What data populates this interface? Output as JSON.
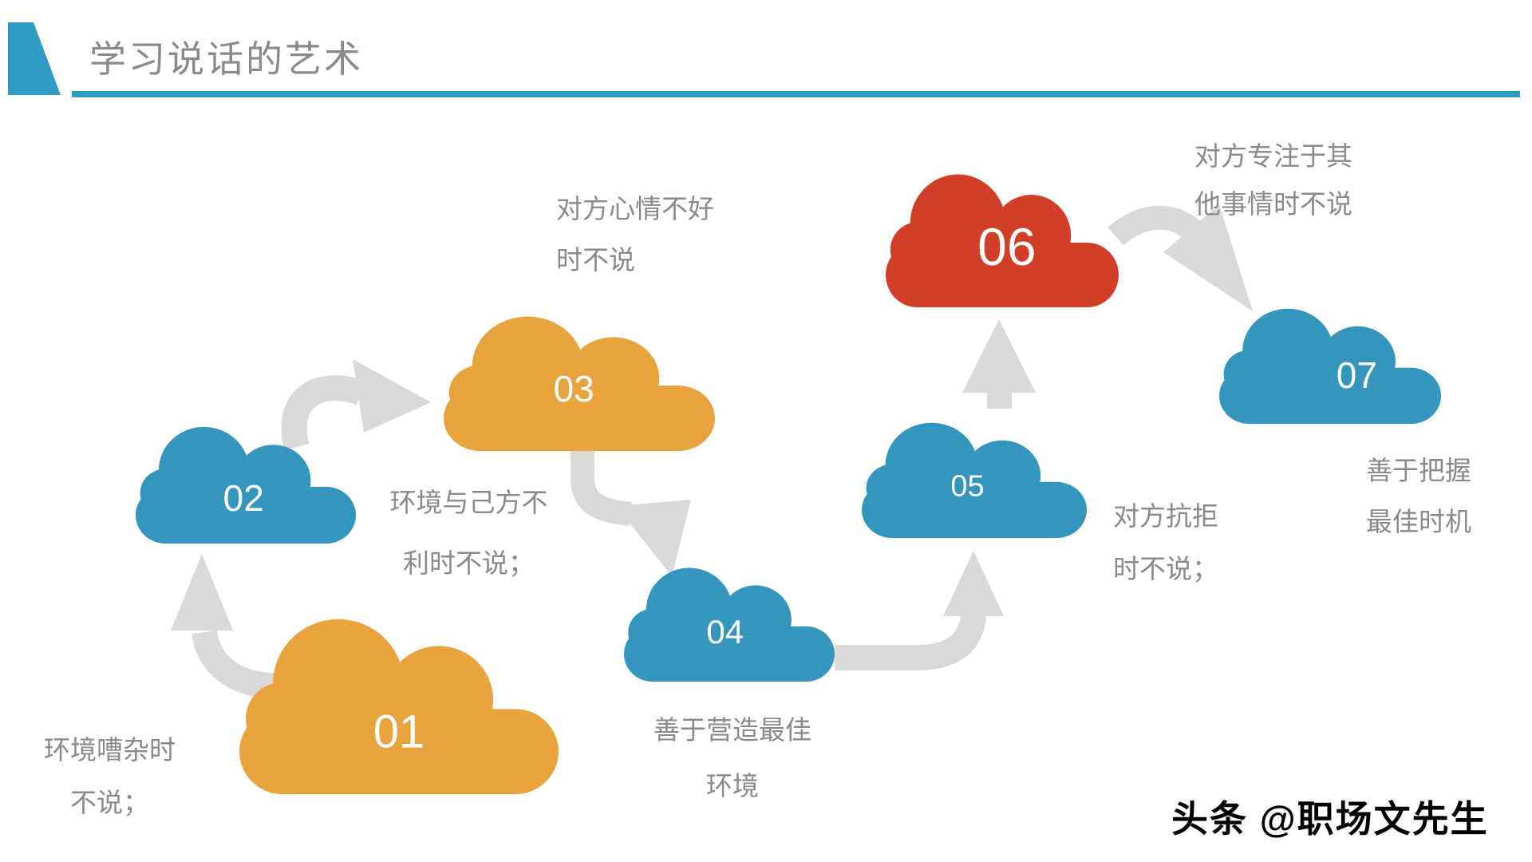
{
  "slide": {
    "title": "学习说话的艺术",
    "title_color": "#8A8A8A",
    "accent_color": "#2F9CC5",
    "background": "#FFFFFF"
  },
  "note_color": "#8A8A8A",
  "arrow_color": "#D9D9D9",
  "steps": [
    {
      "number": "01",
      "color": "#E9A33C",
      "note_lines": [
        "环境嘈杂时",
        "不说；"
      ]
    },
    {
      "number": "02",
      "color": "#3495BD",
      "note_lines": [
        "环境与己方不",
        "利时不说；"
      ]
    },
    {
      "number": "03",
      "color": "#E9A33C",
      "note_lines": [
        "对方心情不好",
        "时不说"
      ]
    },
    {
      "number": "04",
      "color": "#3495BD",
      "note_lines": [
        "善于营造最佳",
        "环境"
      ]
    },
    {
      "number": "05",
      "color": "#3495BD",
      "note_lines": [
        "对方抗拒",
        "时不说；"
      ]
    },
    {
      "number": "06",
      "color": "#D23F29",
      "note_lines": [
        "对方专注于其",
        "他事情时不说"
      ]
    },
    {
      "number": "07",
      "color": "#3495BD",
      "note_lines": [
        "善于把握",
        "最佳时机"
      ]
    }
  ],
  "watermark": {
    "text": "头条 @职场文先生",
    "color": "#000000"
  }
}
